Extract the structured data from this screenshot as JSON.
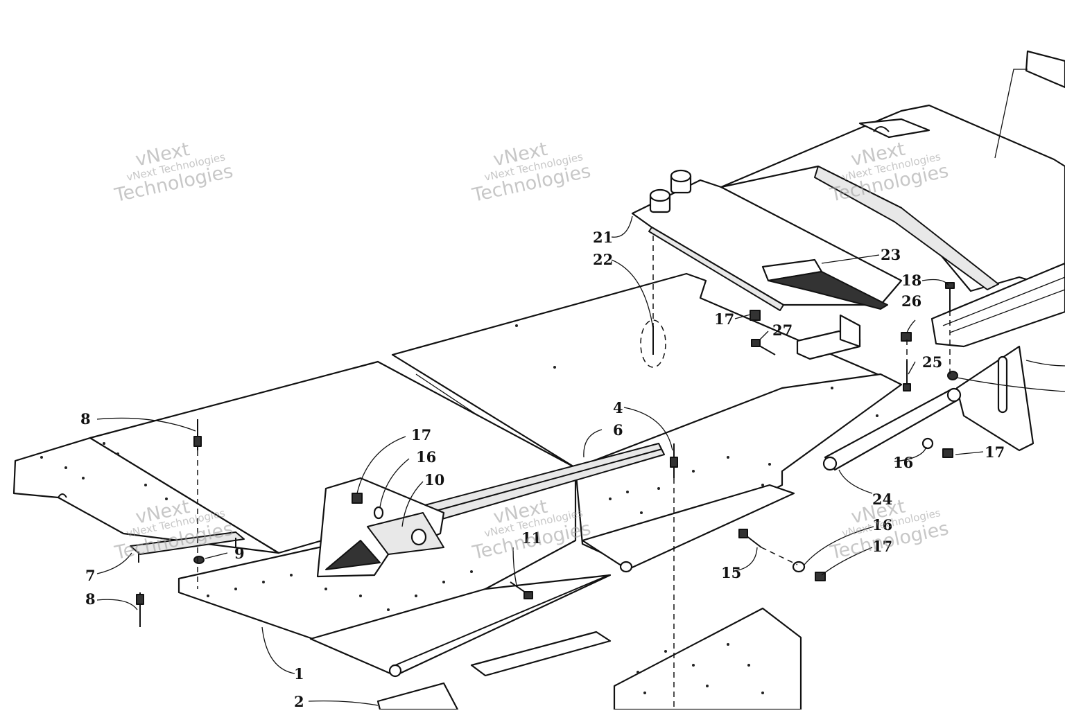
{
  "diagram": {
    "callouts": [
      {
        "id": "c1",
        "label": "1"
      },
      {
        "id": "c2",
        "label": "2"
      },
      {
        "id": "c4",
        "label": "4"
      },
      {
        "id": "c6",
        "label": "6"
      },
      {
        "id": "c7",
        "label": "7"
      },
      {
        "id": "c8a",
        "label": "8"
      },
      {
        "id": "c8b",
        "label": "8"
      },
      {
        "id": "c9",
        "label": "9"
      },
      {
        "id": "c10",
        "label": "10"
      },
      {
        "id": "c11",
        "label": "11"
      },
      {
        "id": "c15",
        "label": "15"
      },
      {
        "id": "c16a",
        "label": "16"
      },
      {
        "id": "c16b",
        "label": "16"
      },
      {
        "id": "c16c",
        "label": "16"
      },
      {
        "id": "c17a",
        "label": "17"
      },
      {
        "id": "c17b",
        "label": "17"
      },
      {
        "id": "c17c",
        "label": "17"
      },
      {
        "id": "c17d",
        "label": "17"
      },
      {
        "id": "c18",
        "label": "18"
      },
      {
        "id": "c21",
        "label": "21"
      },
      {
        "id": "c22",
        "label": "22"
      },
      {
        "id": "c23",
        "label": "23"
      },
      {
        "id": "c24",
        "label": "24"
      },
      {
        "id": "c25",
        "label": "25"
      },
      {
        "id": "c26",
        "label": "26"
      },
      {
        "id": "c27",
        "label": "27"
      }
    ],
    "watermark": {
      "line1": "vNext",
      "line2": "vNext Technologies",
      "line3": "Technologies"
    }
  }
}
